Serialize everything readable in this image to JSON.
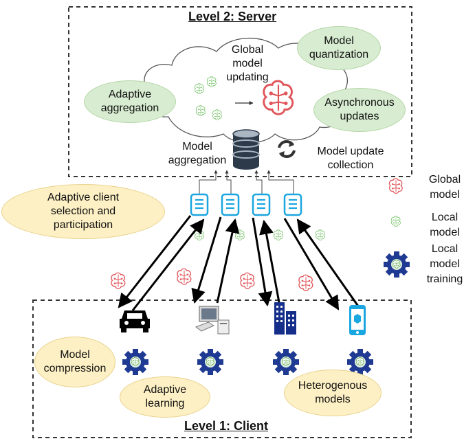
{
  "levels": {
    "server_title": "Level 2: Server",
    "client_title": "Level 1: Client"
  },
  "server": {
    "global_model_updating": "Global\nmodel\nupdating",
    "model_aggregation": "Model\naggregation",
    "model_update_collection": "Model update\ncollection",
    "model_quantization": "Model\nquantization",
    "adaptive_aggregation": "Adaptive\naggregation",
    "asynchronous_updates": "Asynchronous\nupdates"
  },
  "middle": {
    "adaptive_client_selection": "Adaptive client\nselection and\nparticipation"
  },
  "client": {
    "model_compression": "Model\ncompression",
    "adaptive_learning": "Adaptive\nlearning",
    "heterogenous_models": "Heterogenous\nmodels",
    "devices": [
      "car",
      "desktop-computer",
      "buildings",
      "smartphone"
    ]
  },
  "legend": {
    "global_model": "Global\nmodel",
    "local_model": "Local\nmodel",
    "local_model_training": "Local\nmodel\ntraining"
  },
  "colors": {
    "green_ellipse": "#d7ecd0",
    "yellow_ellipse": "#fdf0c4",
    "global_model_red": "#e0555a",
    "local_model_green": "#7cc56f",
    "gear_blue": "#1f3a93",
    "doc_blue": "#1aa6e0"
  }
}
